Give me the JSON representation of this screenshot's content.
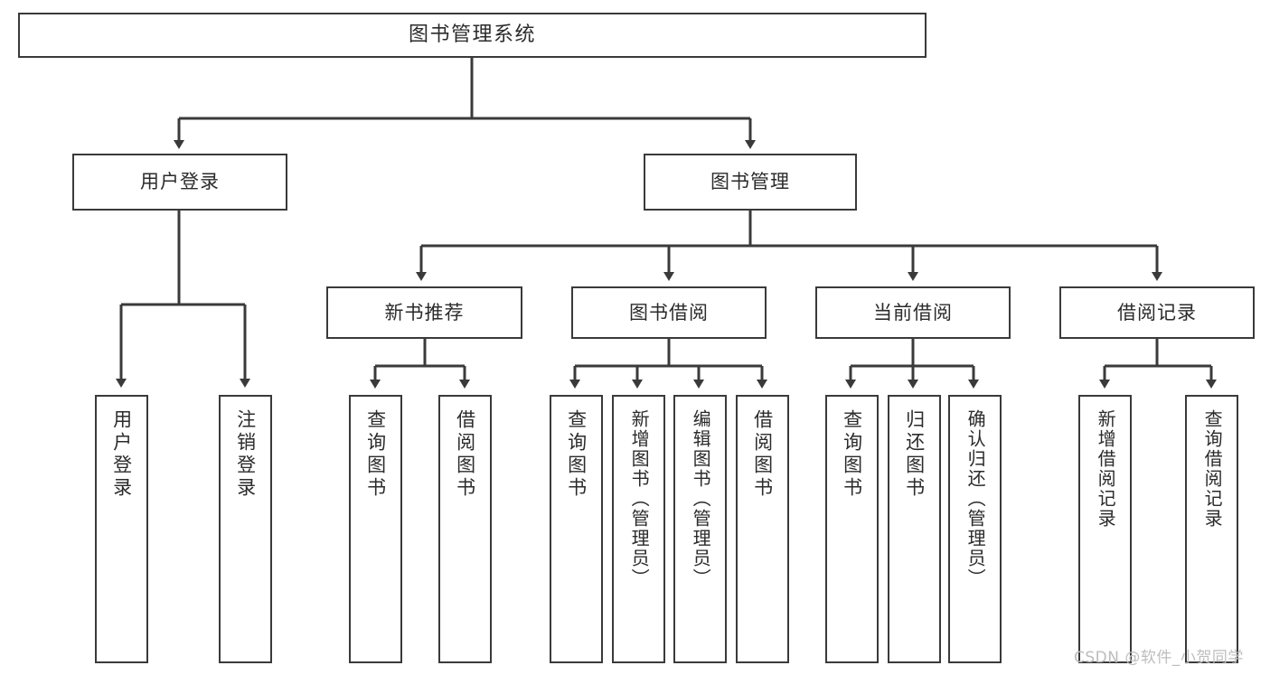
{
  "diagram": {
    "type": "tree-hierarchy-chart",
    "title": "图书管理系统",
    "line_color": "#3a3a3a",
    "box_fill": "#ffffff",
    "text_color": "#2b2b2b",
    "nodes": {
      "root": {
        "label": "图书管理系统"
      },
      "level2": [
        {
          "label": "用户登录"
        },
        {
          "label": "图书管理"
        }
      ],
      "level3": [
        {
          "label": "新书推荐"
        },
        {
          "label": "图书借阅"
        },
        {
          "label": "当前借阅"
        },
        {
          "label": "借阅记录"
        }
      ],
      "leaves_user_login": [
        {
          "label": "用户登录"
        },
        {
          "label": "注销登录"
        }
      ],
      "leaves_new_book": [
        {
          "label": "查询图书"
        },
        {
          "label": "借阅图书"
        }
      ],
      "leaves_borrow": [
        {
          "label": "查询图书"
        },
        {
          "label": "新增图书（管理员）"
        },
        {
          "label": "编辑图书（管理员）"
        },
        {
          "label": "借阅图书"
        }
      ],
      "leaves_current": [
        {
          "label": "查询图书"
        },
        {
          "label": "归还图书"
        },
        {
          "label": "确认归还（管理员）"
        }
      ],
      "leaves_record": [
        {
          "label": "新增借阅记录"
        },
        {
          "label": "查询借阅记录"
        }
      ]
    }
  },
  "watermark": {
    "text": "CSDN @软件_小贺同学"
  }
}
